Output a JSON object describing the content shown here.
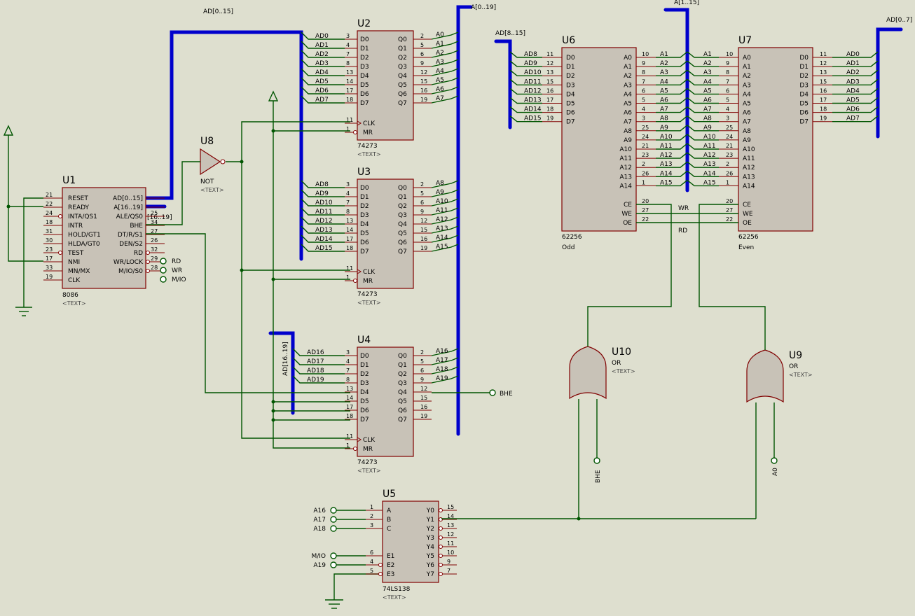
{
  "buses": {
    "ad_0_15": "AD[0..15]",
    "a_0_19": "A[0..19]",
    "ad_8_15": "AD[8..15]",
    "a_1_15": "A[1..15]",
    "ad_0_7": "AD[0..7]",
    "ad_16_19": "AD[16..19]",
    "a_16_19": "[16..19]"
  },
  "u1": {
    "ref": "U1",
    "part": "8086",
    "text": "<TEXT>",
    "left": [
      {
        "num": "21",
        "name": "RESET"
      },
      {
        "num": "22",
        "name": "READY"
      },
      {
        "num": "24",
        "name": "INTA/QS1"
      },
      {
        "num": "18",
        "name": "INTR"
      },
      {
        "num": "31",
        "name": "HOLD/GT1"
      },
      {
        "num": "30",
        "name": "HLDA/GT0"
      },
      {
        "num": "23",
        "name": "TEST"
      },
      {
        "num": "17",
        "name": "NMI"
      },
      {
        "num": "33",
        "name": "MN/MX"
      },
      {
        "num": "19",
        "name": "CLK"
      }
    ],
    "right": [
      {
        "num": "",
        "name": "AD[0..15]"
      },
      {
        "num": "",
        "name": "A[16..19]"
      },
      {
        "num": "25",
        "name": "ALE/QS0"
      },
      {
        "num": "34",
        "name": "BHE"
      },
      {
        "num": "27",
        "name": "DT/R/S1"
      },
      {
        "num": "26",
        "name": "DEN/S2"
      },
      {
        "num": "32",
        "name": "RD"
      },
      {
        "num": "29",
        "name": "WR/LOCK"
      },
      {
        "num": "28",
        "name": "M/IO/S0"
      }
    ]
  },
  "u1_out": {
    "rd": "RD",
    "wr": "WR",
    "mio": "M/IO"
  },
  "u8": {
    "ref": "U8",
    "part": "NOT",
    "text": "<TEXT>"
  },
  "latch_inputs": [
    {
      "num": "3",
      "name": "D0"
    },
    {
      "num": "4",
      "name": "D1"
    },
    {
      "num": "7",
      "name": "D2"
    },
    {
      "num": "8",
      "name": "D3"
    },
    {
      "num": "13",
      "name": "D4"
    },
    {
      "num": "14",
      "name": "D5"
    },
    {
      "num": "17",
      "name": "D6"
    },
    {
      "num": "18",
      "name": "D7"
    }
  ],
  "latch_outputs": [
    {
      "num": "2",
      "name": "Q0"
    },
    {
      "num": "5",
      "name": "Q1"
    },
    {
      "num": "6",
      "name": "Q2"
    },
    {
      "num": "9",
      "name": "Q3"
    },
    {
      "num": "12",
      "name": "Q4"
    },
    {
      "num": "15",
      "name": "Q5"
    },
    {
      "num": "16",
      "name": "Q6"
    },
    {
      "num": "19",
      "name": "Q7"
    }
  ],
  "latch_ctrl": [
    {
      "num": "11",
      "name": "CLK"
    },
    {
      "num": "1",
      "name": "MR"
    }
  ],
  "u2": {
    "ref": "U2",
    "part": "74273",
    "text": "<TEXT>",
    "in_sig": [
      "AD0",
      "AD1",
      "AD2",
      "AD3",
      "AD4",
      "AD5",
      "AD6",
      "AD7"
    ],
    "out_sig": [
      "A0",
      "A1",
      "A2",
      "A3",
      "A4",
      "A5",
      "A6",
      "A7"
    ]
  },
  "u3": {
    "ref": "U3",
    "part": "74273",
    "text": "<TEXT>",
    "in_sig": [
      "AD8",
      "AD9",
      "AD10",
      "AD11",
      "AD12",
      "AD13",
      "AD14",
      "AD15"
    ],
    "out_sig": [
      "A8",
      "A9",
      "A10",
      "A11",
      "A12",
      "A13",
      "A14",
      "A15"
    ]
  },
  "u4": {
    "ref": "U4",
    "part": "74273",
    "text": "<TEXT>",
    "in_sig": [
      "AD16",
      "AD17",
      "AD18",
      "AD19",
      "",
      "",
      "",
      ""
    ],
    "out_sig": [
      "A16",
      "A17",
      "A18",
      "A19",
      "",
      "",
      "",
      ""
    ],
    "bhe_out": "BHE"
  },
  "u5": {
    "ref": "U5",
    "part": "74LS138",
    "text": "<TEXT>",
    "left": [
      {
        "num": "1",
        "name": "A",
        "sig": "A16"
      },
      {
        "num": "2",
        "name": "B",
        "sig": "A17"
      },
      {
        "num": "3",
        "name": "C",
        "sig": "A18"
      },
      {
        "num": "6",
        "name": "E1",
        "sig": "M/IO"
      },
      {
        "num": "4",
        "name": "E2",
        "sig": "A19"
      },
      {
        "num": "5",
        "name": "E3",
        "sig": ""
      }
    ],
    "right": [
      {
        "num": "15",
        "name": "Y0"
      },
      {
        "num": "14",
        "name": "Y1"
      },
      {
        "num": "13",
        "name": "Y2"
      },
      {
        "num": "12",
        "name": "Y3"
      },
      {
        "num": "11",
        "name": "Y4"
      },
      {
        "num": "10",
        "name": "Y5"
      },
      {
        "num": "9",
        "name": "Y6"
      },
      {
        "num": "7",
        "name": "Y7"
      }
    ]
  },
  "ram_addr": [
    {
      "num": "10",
      "name": "A0"
    },
    {
      "num": "9",
      "name": "A1"
    },
    {
      "num": "8",
      "name": "A2"
    },
    {
      "num": "7",
      "name": "A3"
    },
    {
      "num": "6",
      "name": "A4"
    },
    {
      "num": "5",
      "name": "A5"
    },
    {
      "num": "4",
      "name": "A6"
    },
    {
      "num": "3",
      "name": "A7"
    },
    {
      "num": "25",
      "name": "A8"
    },
    {
      "num": "24",
      "name": "A9"
    },
    {
      "num": "21",
      "name": "A10"
    },
    {
      "num": "23",
      "name": "A11"
    },
    {
      "num": "2",
      "name": "A12"
    },
    {
      "num": "26",
      "name": "A13"
    },
    {
      "num": "1",
      "name": "A14"
    }
  ],
  "ram_ctrl": [
    {
      "num": "20",
      "name": "CE"
    },
    {
      "num": "27",
      "name": "WE"
    },
    {
      "num": "22",
      "name": "OE"
    }
  ],
  "ram_data": [
    {
      "num": "11",
      "name": "D0"
    },
    {
      "num": "12",
      "name": "D1"
    },
    {
      "num": "13",
      "name": "D2"
    },
    {
      "num": "15",
      "name": "D3"
    },
    {
      "num": "16",
      "name": "D4"
    },
    {
      "num": "17",
      "name": "D5"
    },
    {
      "num": "18",
      "name": "D6"
    },
    {
      "num": "19",
      "name": "D7"
    }
  ],
  "u6": {
    "ref": "U6",
    "part": "62256",
    "desc": "Odd",
    "data_sig": [
      "AD8",
      "AD9",
      "AD10",
      "AD11",
      "AD12",
      "AD13",
      "AD14",
      "AD15"
    ],
    "addr_sig": [
      "A1",
      "A2",
      "A3",
      "A4",
      "A5",
      "A6",
      "A7",
      "A8",
      "A9",
      "A10",
      "A11",
      "A12",
      "A13",
      "A14",
      "A15"
    ]
  },
  "u7": {
    "ref": "U7",
    "part": "62256",
    "desc": "Even",
    "data_sig": [
      "AD0",
      "AD1",
      "AD2",
      "AD3",
      "AD4",
      "AD5",
      "AD6",
      "AD7"
    ],
    "addr_sig": [
      "A1",
      "A2",
      "A3",
      "A4",
      "A5",
      "A6",
      "A7",
      "A8",
      "A9",
      "A10",
      "A11",
      "A12",
      "A13",
      "A14",
      "A15"
    ]
  },
  "ram_bus_labels": {
    "wr": "WR",
    "rd": "RD"
  },
  "u10": {
    "ref": "U10",
    "part": "OR",
    "text": "<TEXT>",
    "input_label": "BHE"
  },
  "u9": {
    "ref": "U9",
    "part": "OR",
    "text": "<TEXT>",
    "input_label": "A0"
  }
}
